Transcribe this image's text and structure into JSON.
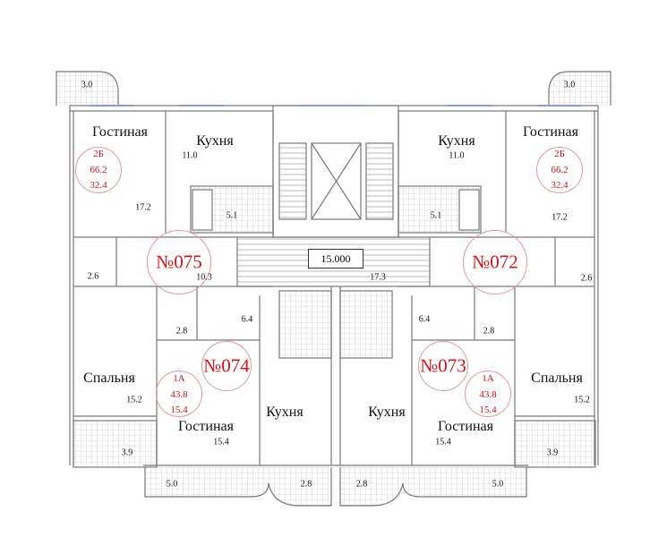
{
  "units": [
    {
      "id": "№075",
      "type": "2Б",
      "total_area": "66.2",
      "living_area": "32.4",
      "rooms": {
        "living": {
          "label": "Гостиная",
          "area": "17.2"
        },
        "kitchen": {
          "label": "Кухня",
          "area": "11.0"
        },
        "bath": "5.1",
        "hall": "10.3",
        "storage": "2.6",
        "balcony": "3.0"
      }
    },
    {
      "id": "№072",
      "type": "2Б",
      "total_area": "66.2",
      "living_area": "32.4",
      "rooms": {
        "living": {
          "label": "Гостиная",
          "area": "17.2"
        },
        "kitchen": {
          "label": "Кухня",
          "area": "11.0"
        },
        "bath": "5.1",
        "storage": "2.6",
        "balcony": "3.0"
      }
    },
    {
      "id": "№074",
      "type": "1А",
      "total_area": "43.8",
      "living_area": "15.4",
      "rooms": {
        "living": {
          "label": "Гостиная",
          "area": "15.4"
        },
        "kitchen": {
          "label": "Кухня"
        },
        "hall": "6.4",
        "storage": "2.8",
        "balcony_1": "5.0",
        "balcony_2": "2.8"
      }
    },
    {
      "id": "№073",
      "type": "1А",
      "total_area": "43.8",
      "living_area": "15.4",
      "rooms": {
        "living": {
          "label": "Гостиная",
          "area": "15.4"
        },
        "kitchen": {
          "label": "Кухня"
        },
        "hall": "6.4",
        "storage": "2.8",
        "balcony_1": "5.0",
        "balcony_2": "2.8"
      }
    }
  ],
  "bedrooms": [
    {
      "label": "Спальня",
      "area": "15.2",
      "balcony": "3.9"
    },
    {
      "label": "Спальня",
      "area": "15.2",
      "balcony": "3.9"
    }
  ],
  "landing": {
    "level": "15.000",
    "area": "17.3"
  }
}
